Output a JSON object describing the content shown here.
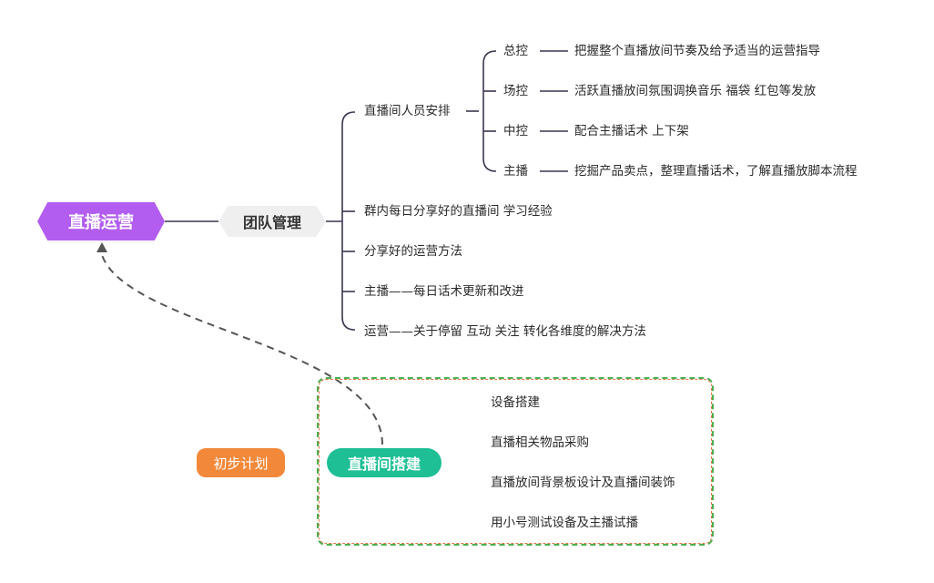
{
  "root": {
    "label": "直播运营",
    "color": "#b25df0"
  },
  "team": {
    "label": "团队管理",
    "staff": {
      "label": "直播间人员安排",
      "roles": [
        {
          "role": "总控",
          "desc": "把握整个直播放间节奏及给予适当的运营指导"
        },
        {
          "role": "场控",
          "desc": "活跃直播放间氛围调换音乐  福袋 红包等发放"
        },
        {
          "role": "中控",
          "desc": "配合主播话术 上下架"
        },
        {
          "role": "主播",
          "desc": "挖掘产品卖点，整理直播话术，了解直播放脚本流程"
        }
      ]
    },
    "others": [
      "群内每日分享好的直播间 学习经验",
      "分享好的运营方法",
      "主播——每日话术更新和改进",
      "运营——关于停留 互动 关注 转化各维度的解决方法"
    ]
  },
  "setup": {
    "label": "直播间搭建",
    "color": "#1fbf96",
    "items": [
      "设备搭建",
      "直播相关物品采购",
      "直播放间背景板设计及直播间装饰",
      "用小号测试设备及主播试播"
    ]
  },
  "plan_tag": {
    "label": "初步计划",
    "color": "#f2883a"
  }
}
